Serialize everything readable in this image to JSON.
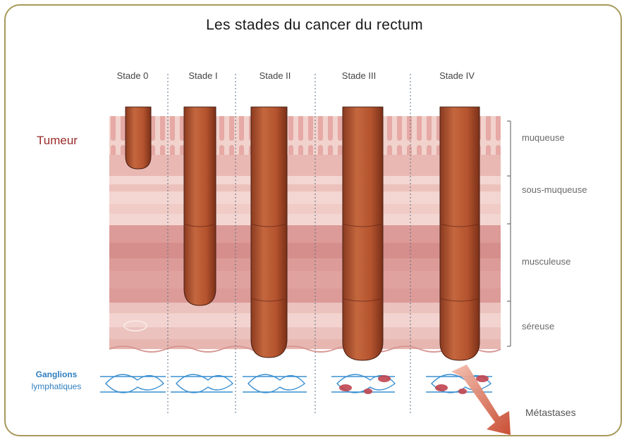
{
  "title": "Les stades du cancer du rectum",
  "stages": [
    "Stade 0",
    "Stade I",
    "Stade II",
    "Stade III",
    "Stade IV"
  ],
  "tumour_label": "Tumeur",
  "layers": [
    "muqueuse",
    "sous-muqueuse",
    "musculeuse",
    "séreuse"
  ],
  "lymph_label": [
    "Ganglions",
    "lymphatiques"
  ],
  "metastases_label": "Métastases",
  "colors": {
    "frame": "#a8995a",
    "tumour": "#b4532e",
    "tissue": "#e7b2b0",
    "muscle": "#d88c8c",
    "lymph": "#3a8fd0",
    "metastasis": "#c0444f"
  }
}
